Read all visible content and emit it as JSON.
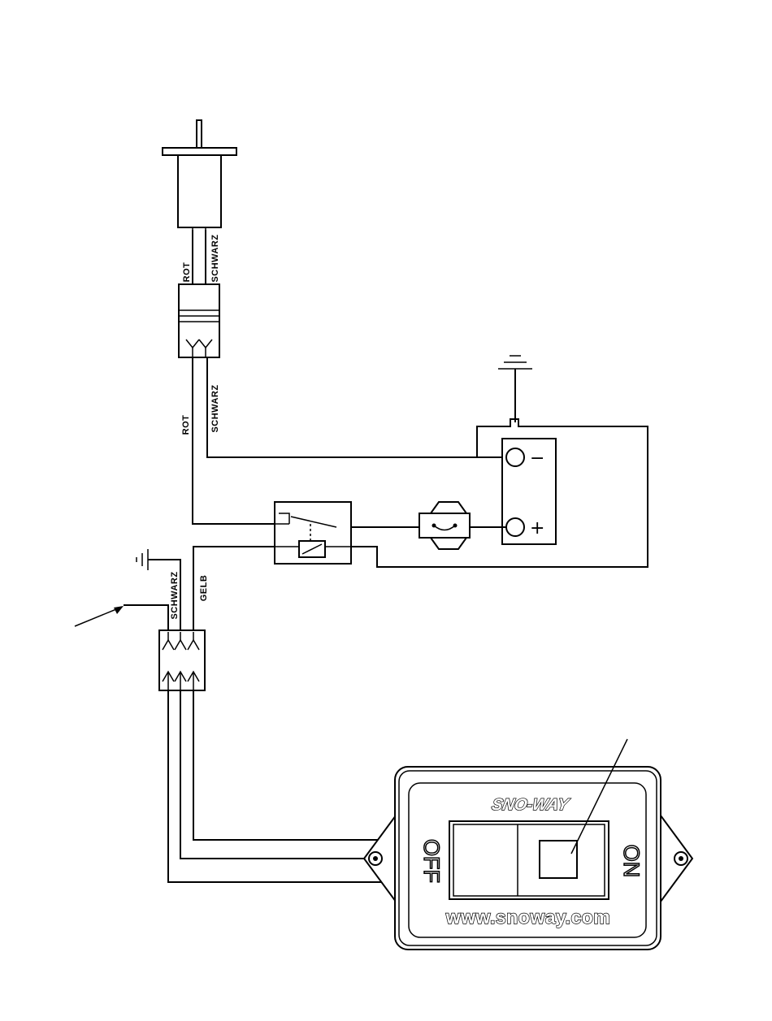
{
  "wire_labels": {
    "motor_red": "ROT",
    "motor_black": "SCHWARZ",
    "lower_red": "ROT",
    "lower_black": "SCHWARZ",
    "control_black": "SCHWARZ",
    "control_yellow": "GELB"
  },
  "battery": {
    "negative_symbol": "−",
    "positive_symbol": "+"
  },
  "switch_panel": {
    "brand": "SNO-WAY",
    "off_label": "OFF",
    "on_label": "ON",
    "url": "www.snoway.com"
  }
}
